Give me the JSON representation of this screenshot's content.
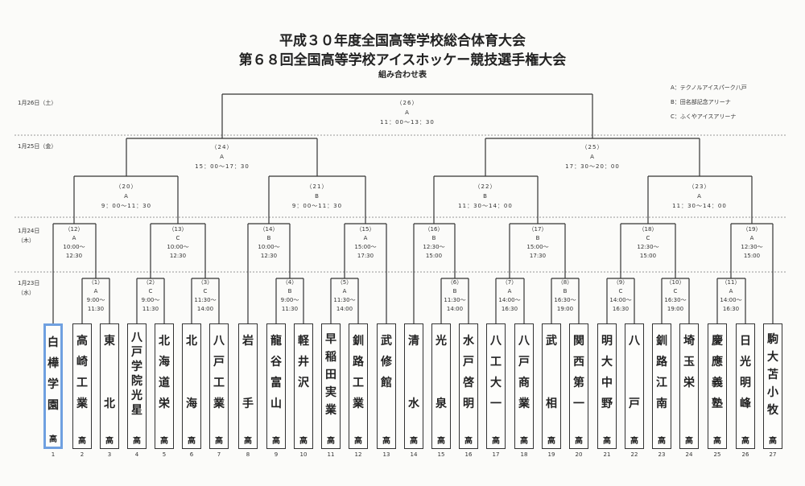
{
  "title_line1": "平成３０年度全国高等学校総合体育大会",
  "title_line2": "第６８回全国高等学校アイスホッケー競技選手権大会",
  "subtitle": "組み合わせ表",
  "legend": [
    "A：テクノルアイスパーク八戸",
    "B：田名部記念アリーナ",
    "C：ふくやアイスアリーナ"
  ],
  "dates": {
    "d26": "1月26日（土）",
    "d25": "1月25日（金）",
    "d24": "1月24日",
    "d24w": "（木）",
    "d23": "1月23日",
    "d23w": "（水）"
  },
  "matches": {
    "m1": {
      "num": "（1）",
      "venue": "A",
      "start": "9:00～",
      "end": "11:30"
    },
    "m2": {
      "num": "（2）",
      "venue": "C",
      "start": "9:00～",
      "end": "11:30"
    },
    "m3": {
      "num": "（3）",
      "venue": "C",
      "start": "11:30～",
      "end": "14:00"
    },
    "m4": {
      "num": "（4）",
      "venue": "B",
      "start": "9:00～",
      "end": "11:30"
    },
    "m5": {
      "num": "（5）",
      "venue": "A",
      "start": "11:30～",
      "end": "14:00"
    },
    "m6": {
      "num": "（6）",
      "venue": "B",
      "start": "11:30～",
      "end": "14:00"
    },
    "m7": {
      "num": "（7）",
      "venue": "A",
      "start": "14:00～",
      "end": "16:30"
    },
    "m8": {
      "num": "（8）",
      "venue": "B",
      "start": "16:30～",
      "end": "19:00"
    },
    "m9": {
      "num": "（9）",
      "venue": "C",
      "start": "14:00～",
      "end": "16:30"
    },
    "m10": {
      "num": "（10）",
      "venue": "C",
      "start": "16:30～",
      "end": "19:00"
    },
    "m11": {
      "num": "（11）",
      "venue": "A",
      "start": "14:00～",
      "end": "16:30"
    },
    "m12": {
      "num": "（12）",
      "venue": "A",
      "start": "10:00～",
      "end": "12:30"
    },
    "m13": {
      "num": "（13）",
      "venue": "C",
      "start": "10:00～",
      "end": "12:30"
    },
    "m14": {
      "num": "（14）",
      "venue": "B",
      "start": "10:00～",
      "end": "12:30"
    },
    "m15": {
      "num": "（15）",
      "venue": "A",
      "start": "15:00～",
      "end": "17:30"
    },
    "m16": {
      "num": "（16）",
      "venue": "B",
      "start": "12:30～",
      "end": "15:00"
    },
    "m17": {
      "num": "（17）",
      "venue": "B",
      "start": "15:00～",
      "end": "17:30"
    },
    "m18": {
      "num": "（18）",
      "venue": "C",
      "start": "12:30～",
      "end": "15:00"
    },
    "m19": {
      "num": "（19）",
      "venue": "A",
      "start": "12:30～",
      "end": "15:00"
    },
    "m20": {
      "num": "（20）",
      "venue": "A",
      "time": "9：00～11：30"
    },
    "m21": {
      "num": "（21）",
      "venue": "B",
      "time": "9：00～11：30"
    },
    "m22": {
      "num": "（22）",
      "venue": "B",
      "time": "11：30～14：00"
    },
    "m23": {
      "num": "（23）",
      "venue": "A",
      "time": "11：30～14：00"
    },
    "m24": {
      "num": "（24）",
      "venue": "A",
      "time": "15：00～17：30"
    },
    "m25": {
      "num": "（25）",
      "venue": "A",
      "time": "17：30～20：00"
    },
    "m26": {
      "num": "（26）",
      "venue": "A",
      "time": "11：00～13：30"
    }
  },
  "schools": [
    {
      "n": "白樺学園",
      "k": "高",
      "no": "1"
    },
    {
      "n": "高崎工業",
      "k": "高",
      "no": "2"
    },
    {
      "n": "東　　北",
      "k": "高",
      "no": "3"
    },
    {
      "n": "八戸学院光星",
      "k": "高",
      "no": "4"
    },
    {
      "n": "北海道栄",
      "k": "高",
      "no": "5"
    },
    {
      "n": "北　　海",
      "k": "高",
      "no": "6"
    },
    {
      "n": "八戸工業",
      "k": "高",
      "no": "7"
    },
    {
      "n": "岩　　手",
      "k": "高",
      "no": "8"
    },
    {
      "n": "龍谷富山",
      "k": "高",
      "no": "9"
    },
    {
      "n": "軽井沢",
      "k": "高",
      "no": "10"
    },
    {
      "n": "早稲田実業",
      "k": "高",
      "no": "11"
    },
    {
      "n": "釧路工業",
      "k": "高",
      "no": "12"
    },
    {
      "n": "武修館",
      "k": "高",
      "no": "13"
    },
    {
      "n": "清　　水",
      "k": "高",
      "no": "14"
    },
    {
      "n": "光　　泉",
      "k": "高",
      "no": "15"
    },
    {
      "n": "水戸啓明",
      "k": "高",
      "no": "16"
    },
    {
      "n": "八工大一",
      "k": "高",
      "no": "17"
    },
    {
      "n": "八戸商業",
      "k": "高",
      "no": "18"
    },
    {
      "n": "武　　相",
      "k": "高",
      "no": "19"
    },
    {
      "n": "関西第一",
      "k": "高",
      "no": "20"
    },
    {
      "n": "明大中野",
      "k": "高",
      "no": "21"
    },
    {
      "n": "八　　戸",
      "k": "高",
      "no": "22"
    },
    {
      "n": "釧路江南",
      "k": "高",
      "no": "23"
    },
    {
      "n": "埼玉栄",
      "k": "高",
      "no": "24"
    },
    {
      "n": "慶應義塾",
      "k": "高",
      "no": "25"
    },
    {
      "n": "日光明峰",
      "k": "高",
      "no": "26"
    },
    {
      "n": "駒大苫小牧",
      "k": "高",
      "no": "27"
    }
  ]
}
